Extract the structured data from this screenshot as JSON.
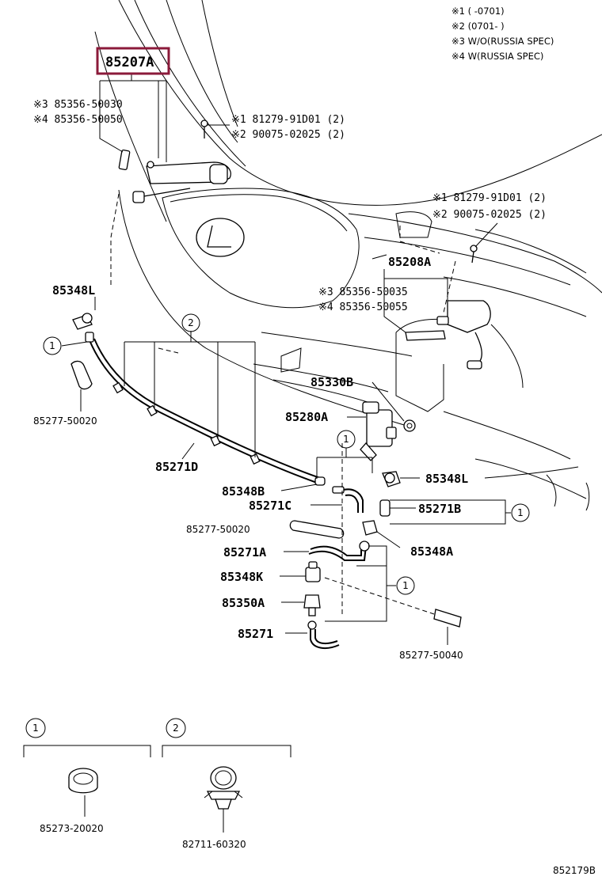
{
  "notes": [
    "※1 (       -0701)",
    "※2 (0701-       )",
    "※3 W/O(RUSSIA SPEC)",
    "※4 W(RUSSIA SPEC)"
  ],
  "highlight_color": "#8b1a3a",
  "labels": {
    "p85207A": "85207A",
    "p85356_50030": "※3 85356-50030",
    "p85356_50050": "※4 85356-50050",
    "p81279_top": "※1 81279-91D01 (2)",
    "p90075_top": "※2 90075-02025 (2)",
    "p81279_right": "※1 81279-91D01 (2)",
    "p90075_right": "※2 90075-02025 (2)",
    "p85208A": "85208A",
    "p85356_50035": "※3 85356-50035",
    "p85356_50055": "※4 85356-50055",
    "p85348L_left": "85348L",
    "p85330B": "85330B",
    "p85280A": "85280A",
    "p85277_50020_left": "85277-50020",
    "p85271D": "85271D",
    "p85348B": "85348B",
    "p85348L_right": "85348L",
    "p85271C": "85271C",
    "p85271B": "85271B",
    "p85277_50020_mid": "85277-50020",
    "p85348A": "85348A",
    "p85271A": "85271A",
    "p85348K": "85348K",
    "p85350A": "85350A",
    "p85271": "85271",
    "p85277_50040": "85277-50040",
    "p85273_20020": "85273-20020",
    "p82711_60320": "82711-60320"
  },
  "callouts": {
    "c1": "1",
    "c2": "2"
  },
  "figure_id": "852179B"
}
